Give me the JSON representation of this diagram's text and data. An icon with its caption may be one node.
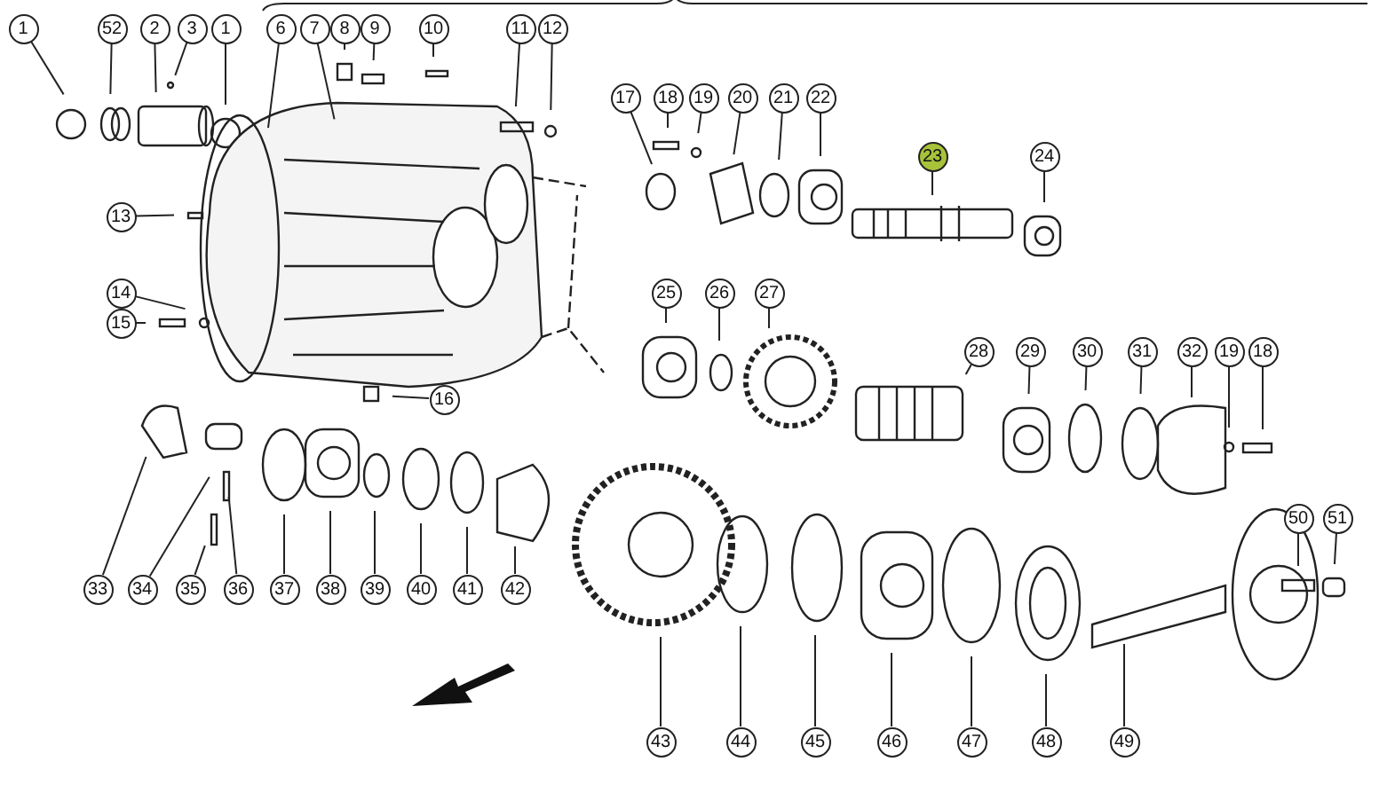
{
  "diagram": {
    "nodes": [
      {
        "text": [
          "1"
        ]
      },
      {
        "text": [
          "52"
        ]
      },
      {
        "text": [
          "2"
        ]
      },
      {
        "text": [
          "3"
        ]
      },
      {
        "text": [
          "1"
        ]
      },
      {
        "text": [
          "6"
        ]
      },
      {
        "text": [
          "7"
        ]
      },
      {
        "text": [
          "8"
        ]
      },
      {
        "text": [
          "9"
        ]
      },
      {
        "text": [
          "10"
        ]
      },
      {
        "text": [
          "11"
        ]
      },
      {
        "text": [
          "12"
        ]
      },
      {
        "text": [
          "17"
        ]
      },
      {
        "text": [
          "18"
        ]
      },
      {
        "text": [
          "19"
        ]
      },
      {
        "text": [
          "20"
        ]
      },
      {
        "text": [
          "21"
        ]
      },
      {
        "text": [
          "22"
        ]
      },
      {
        "text": [
          "23"
        ]
      },
      {
        "text": [
          "24"
        ]
      },
      {
        "text": [
          "13"
        ]
      },
      {
        "text": [
          "14"
        ]
      },
      {
        "text": [
          "15"
        ]
      },
      {
        "text": [
          "25"
        ]
      },
      {
        "text": [
          "26"
        ]
      },
      {
        "text": [
          "27"
        ]
      },
      {
        "text": [
          "16"
        ]
      },
      {
        "text": [
          "28"
        ]
      },
      {
        "text": [
          "29"
        ]
      },
      {
        "text": [
          "30"
        ]
      },
      {
        "text": [
          "31"
        ]
      },
      {
        "text": [
          "32"
        ]
      },
      {
        "text": [
          "19"
        ]
      },
      {
        "text": [
          "18"
        ]
      },
      {
        "text": [
          "33"
        ]
      },
      {
        "text": [
          "34"
        ]
      },
      {
        "text": [
          "35"
        ]
      },
      {
        "text": [
          "36"
        ]
      },
      {
        "text": [
          "37"
        ]
      },
      {
        "text": [
          "38"
        ]
      },
      {
        "text": [
          "39"
        ]
      },
      {
        "text": [
          "40"
        ]
      },
      {
        "text": [
          "41"
        ]
      },
      {
        "text": [
          "42"
        ]
      },
      {
        "text": [
          "43"
        ]
      },
      {
        "text": [
          "44"
        ]
      },
      {
        "text": [
          "45"
        ]
      },
      {
        "text": [
          "46"
        ]
      },
      {
        "text": [
          "47"
        ]
      },
      {
        "text": [
          "48"
        ]
      },
      {
        "text": [
          "49"
        ]
      },
      {
        "text": [
          "50"
        ]
      },
      {
        "text": [
          "51"
        ]
      }
    ],
    "edges": [
      {
        "from": 0,
        "to": null,
        "arrow": "none"
      },
      {
        "from": 1,
        "to": null,
        "arrow": "none"
      },
      {
        "from": 2,
        "to": null,
        "arrow": "none"
      },
      {
        "from": 3,
        "to": null,
        "arrow": "none"
      },
      {
        "from": 4,
        "to": null,
        "arrow": "none"
      },
      {
        "from": 5,
        "to": null,
        "arrow": "none"
      },
      {
        "from": 6,
        "to": null,
        "arrow": "none"
      },
      {
        "from": 7,
        "to": null,
        "arrow": "none"
      },
      {
        "from": 8,
        "to": null,
        "arrow": "none"
      },
      {
        "from": 9,
        "to": null,
        "arrow": "none"
      },
      {
        "from": 10,
        "to": null,
        "arrow": "none"
      },
      {
        "from": 11,
        "to": null,
        "arrow": "none"
      },
      {
        "from": 12,
        "to": null,
        "arrow": "none"
      },
      {
        "from": 13,
        "to": null,
        "arrow": "none"
      },
      {
        "from": 14,
        "to": null,
        "arrow": "none"
      },
      {
        "from": 15,
        "to": null,
        "arrow": "none"
      },
      {
        "from": 16,
        "to": null,
        "arrow": "none"
      },
      {
        "from": 17,
        "to": null,
        "arrow": "none"
      },
      {
        "from": 18,
        "to": null,
        "arrow": "none"
      },
      {
        "from": 19,
        "to": null,
        "arrow": "none"
      },
      {
        "from": 20,
        "to": null,
        "arrow": "none"
      },
      {
        "from": 21,
        "to": null,
        "arrow": "none"
      },
      {
        "from": 22,
        "to": null,
        "arrow": "none"
      },
      {
        "from": 23,
        "to": null,
        "arrow": "none"
      },
      {
        "from": 24,
        "to": null,
        "arrow": "none"
      },
      {
        "from": 25,
        "to": null,
        "arrow": "none"
      },
      {
        "from": 26,
        "to": null,
        "arrow": "none"
      },
      {
        "from": 27,
        "to": null,
        "arrow": "none"
      },
      {
        "from": 28,
        "to": null,
        "arrow": "none"
      },
      {
        "from": 29,
        "to": null,
        "arrow": "none"
      },
      {
        "from": 30,
        "to": null,
        "arrow": "none"
      },
      {
        "from": 31,
        "to": null,
        "arrow": "none"
      },
      {
        "from": 32,
        "to": null,
        "arrow": "none"
      },
      {
        "from": 33,
        "to": null,
        "arrow": "none"
      },
      {
        "from": 34,
        "to": null,
        "arrow": "none"
      },
      {
        "from": 35,
        "to": null,
        "arrow": "none"
      },
      {
        "from": 36,
        "to": null,
        "arrow": "none"
      },
      {
        "from": 37,
        "to": null,
        "arrow": "none"
      },
      {
        "from": 38,
        "to": null,
        "arrow": "none"
      },
      {
        "from": 39,
        "to": null,
        "arrow": "none"
      },
      {
        "from": 40,
        "to": null,
        "arrow": "none"
      },
      {
        "from": 41,
        "to": null,
        "arrow": "none"
      },
      {
        "from": 42,
        "to": null,
        "arrow": "none"
      },
      {
        "from": 43,
        "to": null,
        "arrow": "none"
      },
      {
        "from": 44,
        "to": null,
        "arrow": "none"
      },
      {
        "from": 45,
        "to": null,
        "arrow": "none"
      },
      {
        "from": 46,
        "to": null,
        "arrow": "none"
      },
      {
        "from": 47,
        "to": null,
        "arrow": "none"
      },
      {
        "from": 48,
        "to": null,
        "arrow": "none"
      },
      {
        "from": 49,
        "to": null,
        "arrow": "none"
      },
      {
        "from": 50,
        "to": null,
        "arrow": "none"
      },
      {
        "from": 51,
        "to": null,
        "arrow": "none"
      },
      {
        "from": 52,
        "to": null,
        "arrow": "none"
      }
    ]
  }
}
